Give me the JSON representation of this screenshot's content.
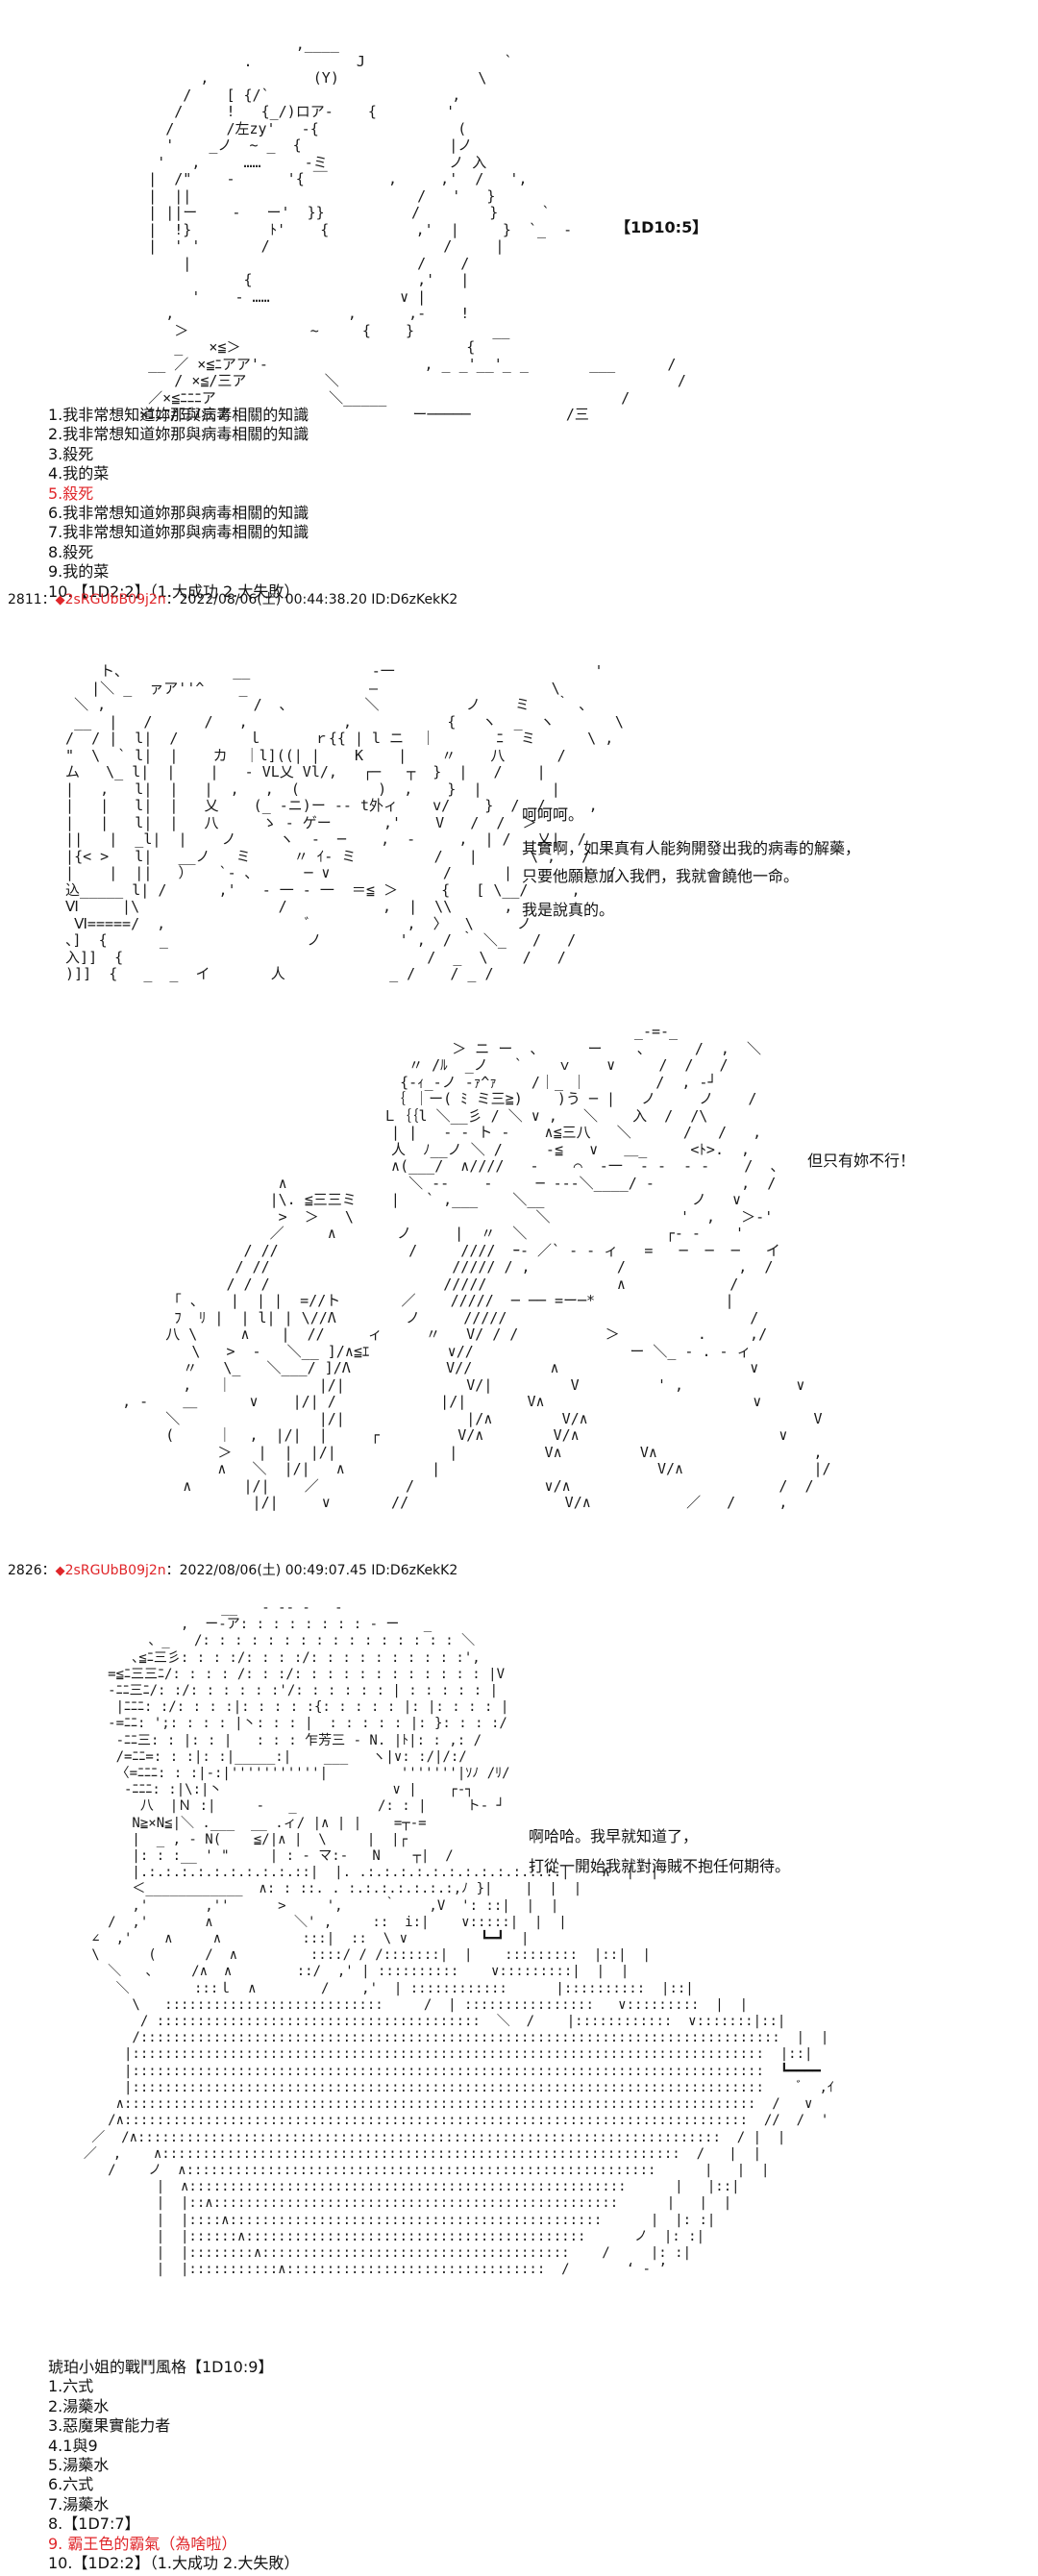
{
  "panel1": {
    "roll_label": "【1D10:5】",
    "choices": [
      "1.我非常想知道妳那與病毒相關的知識",
      "2.我非常想知道妳那與病毒相關的知識",
      "3.殺死",
      "4.我的菜",
      "5.殺死",
      "6.我非常想知道妳那與病毒相關的知識",
      "7.我非常想知道妳那與病毒相關的知識",
      "8.殺死",
      "9.我的菜",
      "10.【1D2:2】（1.大成功 2.大失敗）"
    ],
    "highlighted_index": 4
  },
  "post1": {
    "number": "2811",
    "separator": "：",
    "diamond": "◆",
    "trip": "2sRGUbB09j2n",
    "timestamp": "：2022/08/06(土) 00:44:38.20 ID:D6zKekK2"
  },
  "panel2": {
    "lines": [
      "呵呵呵。",
      "其實啊，如果真有人能夠開發出我的病毒的解藥，",
      "只要他願意加入我們，我就會饒他一命。",
      "我是說真的。"
    ]
  },
  "panel3": {
    "line": "但只有妳不行！"
  },
  "post2": {
    "number": "2826",
    "separator": "：",
    "diamond": "◆",
    "trip": "2sRGUbB09j2n",
    "timestamp": "：2022/08/06(土) 00:49:07.45 ID:D6zKekK2"
  },
  "panel4": {
    "lines": [
      "啊哈哈。我早就知道了，",
      "打從一開始我就對海賊不抱任何期待。"
    ]
  },
  "panel5": {
    "title": "琥珀小姐的戰鬥風格【1D10:9】",
    "choices": [
      "1.六式",
      "2.湯藥水",
      "3.惡魔果實能力者",
      "4.1與9",
      "5.湯藥水",
      "6.六式",
      "7.湯藥水",
      "8.【1D7:7】",
      "9. 霸王色的霸氣（為啥啦）",
      "10.【1D2:2】（1.大成功 2.大失敗）"
    ],
    "highlighted_index": 8
  },
  "colors": {
    "accent_red": "#e0262a",
    "text": "#111111"
  }
}
